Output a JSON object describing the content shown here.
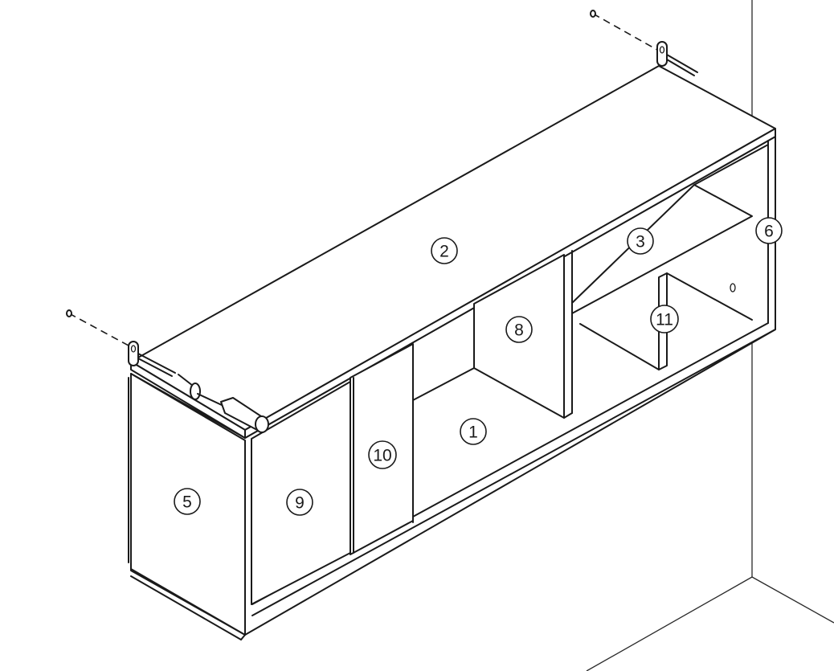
{
  "callouts": {
    "part_1": "1",
    "part_2": "2",
    "part_3": "3",
    "part_5": "5",
    "part_6": "6",
    "part_8": "8",
    "part_9": "9",
    "part_10": "10",
    "part_11": "11"
  }
}
